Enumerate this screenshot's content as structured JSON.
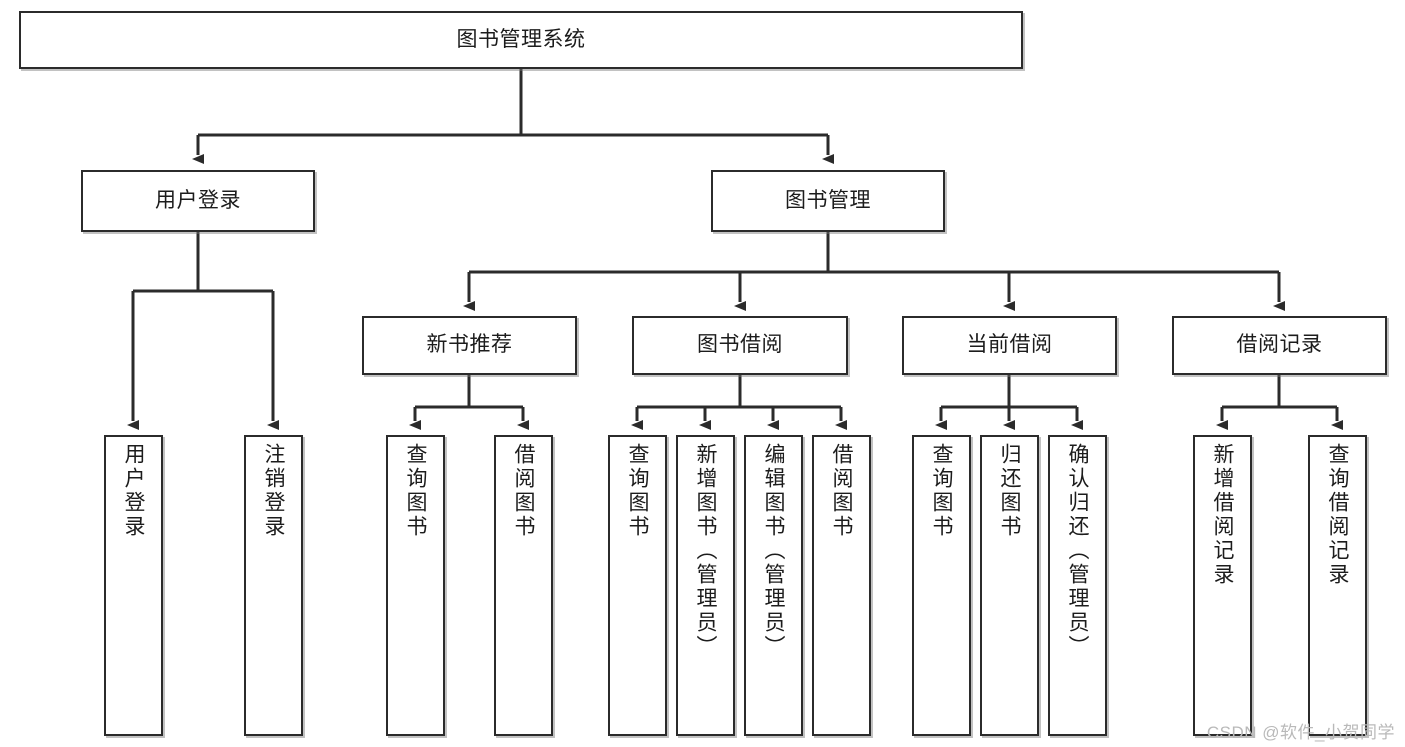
{
  "diagram": {
    "title": "图书管理系统",
    "type": "tree-hierarchy-chart",
    "orientation": "top-down",
    "colors": {
      "box_border": "#2b2b2b",
      "box_fill": "#ffffff",
      "connector": "#2b2b2b",
      "text": "#1c1c1c",
      "watermark": "#b9b9b9",
      "canvas": "#ffffff"
    },
    "watermark": "CSDN @软件_小贺同学"
  },
  "nodes": {
    "root": {
      "label": "图书管理系统",
      "level": 0
    },
    "level1": [
      {
        "id": "user-login",
        "label": "用户登录"
      },
      {
        "id": "book-management",
        "label": "图书管理"
      }
    ],
    "level2": [
      {
        "id": "new-book-recommend",
        "label": "新书推荐",
        "parent": "book-management"
      },
      {
        "id": "book-borrow",
        "label": "图书借阅",
        "parent": "book-management"
      },
      {
        "id": "current-borrow",
        "label": "当前借阅",
        "parent": "book-management"
      },
      {
        "id": "borrow-record",
        "label": "借阅记录",
        "parent": "book-management"
      }
    ],
    "leaves": {
      "user_login": [
        {
          "id": "leaf-user-login",
          "label": "用户登录"
        },
        {
          "id": "leaf-user-logout",
          "label": "注销登录"
        }
      ],
      "new_book_recommend": [
        {
          "id": "leaf-query-book-1",
          "label": "查询图书"
        },
        {
          "id": "leaf-borrow-book-1",
          "label": "借阅图书"
        }
      ],
      "book_borrow": [
        {
          "id": "leaf-query-book-2",
          "label": "查询图书"
        },
        {
          "id": "leaf-add-book",
          "label": "新增图书（管理员）"
        },
        {
          "id": "leaf-edit-book",
          "label": "编辑图书（管理员）"
        },
        {
          "id": "leaf-borrow-book-2",
          "label": "借阅图书"
        }
      ],
      "current_borrow": [
        {
          "id": "leaf-query-book-3",
          "label": "查询图书"
        },
        {
          "id": "leaf-return-book",
          "label": "归还图书"
        },
        {
          "id": "leaf-confirm-return",
          "label": "确认归还（管理员）"
        }
      ],
      "borrow_record": [
        {
          "id": "leaf-add-record",
          "label": "新增借阅记录"
        },
        {
          "id": "leaf-query-record",
          "label": "查询借阅记录"
        }
      ]
    }
  }
}
